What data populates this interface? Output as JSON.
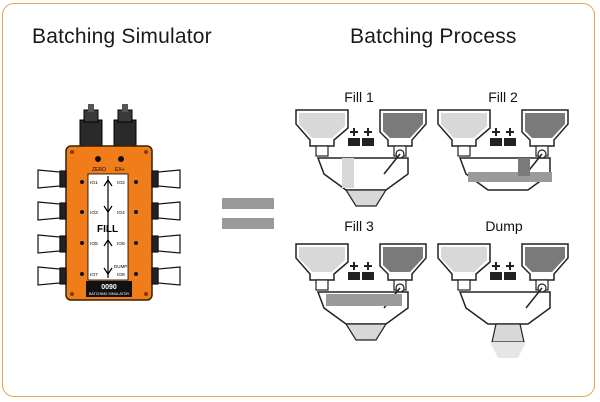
{
  "titles": {
    "left": "Batching Simulator",
    "right": "Batching Process"
  },
  "device": {
    "zero_label": "ZERO",
    "ex_label": "EX+",
    "io_labels": [
      "IO1",
      "IO2",
      "IO3",
      "IO4",
      "IO5",
      "IO6",
      "IO7",
      "IO8"
    ],
    "screen_text": "FILL",
    "dump_label": "DUMP",
    "display_value": "0090",
    "device_name": "BATCHING SIMULATOR",
    "body_color": "#f07d1a"
  },
  "process": {
    "steps": [
      {
        "label": "Fill 1"
      },
      {
        "label": "Fill 2"
      },
      {
        "label": "Fill 3"
      },
      {
        "label": "Dump"
      }
    ]
  },
  "colors": {
    "frame": "#e8a64b",
    "equals": "#9a9a9a",
    "hopper_light": "#d8d8d8",
    "hopper_dark": "#7a7a7a"
  }
}
